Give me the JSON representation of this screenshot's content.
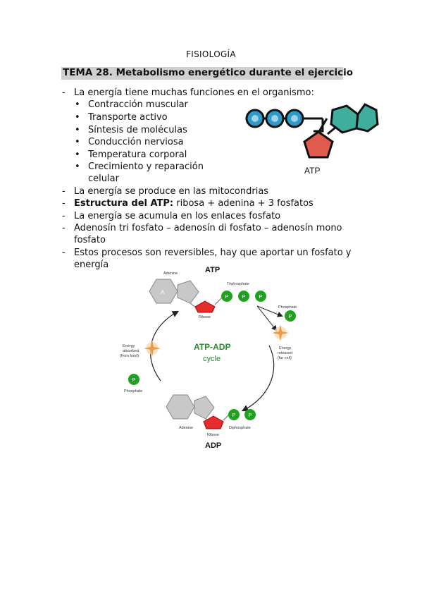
{
  "header": {
    "subject": "FISIOLOGÍA",
    "title": "TEMA 28. Metabolismo energético durante el ejercicio"
  },
  "intro": "La energía tiene muchas funciones en el organismo:",
  "functions": [
    "Contracción muscular",
    "Transporte activo",
    "Síntesis de moléculas",
    "Conducción nerviosa",
    "Temperatura corporal",
    "Crecimiento y reparación",
    "celular"
  ],
  "points": {
    "p1": "La energía se produce en las mitocondrias",
    "p2_bold": "Estructura del ATP:",
    "p2_rest": " ribosa + adenina + 3 fosfatos",
    "p3": "La energía se acumula en los enlaces fosfato",
    "p4a": "Adenosín tri fosfato – adenosín di fosfato – adenosín mono",
    "p4b": "fosfato",
    "p5a": "Estos procesos son reversibles, hay que aportar un fosfato y",
    "p5b": "energía"
  },
  "atp_icon": {
    "label": "ATP",
    "colors": {
      "circles": "#2e9bc8",
      "pentagon": "#e05a4e",
      "hexagon": "#3fae9e"
    }
  },
  "cycle": {
    "atp_label": "ATP",
    "adp_label": "ADP",
    "center_title": "ATP-ADP",
    "center_sub": "cycle",
    "adenine_top": "Adenine",
    "adenine_inner": "A",
    "ribose_top": "Ribose",
    "triphosphate": "Triphosphate",
    "phosphate_right": "Phosphate",
    "energy_released_1": "Energy",
    "energy_released_2": "released",
    "energy_released_3": "(for cell)",
    "energy_absorbed_1": "Energy",
    "energy_absorbed_2": "absorbed",
    "energy_absorbed_3": "(from food)",
    "phosphate_left": "Phosphate",
    "adenine_bottom": "Adenine",
    "ribose_bottom": "Ribose",
    "diphosphate": "Diphosphate",
    "p_letter": "P",
    "colors": {
      "green": "#1fa31f",
      "green_text": "#2a8a2a",
      "red": "#e52d2d",
      "gray": "#c8c8c8"
    }
  }
}
